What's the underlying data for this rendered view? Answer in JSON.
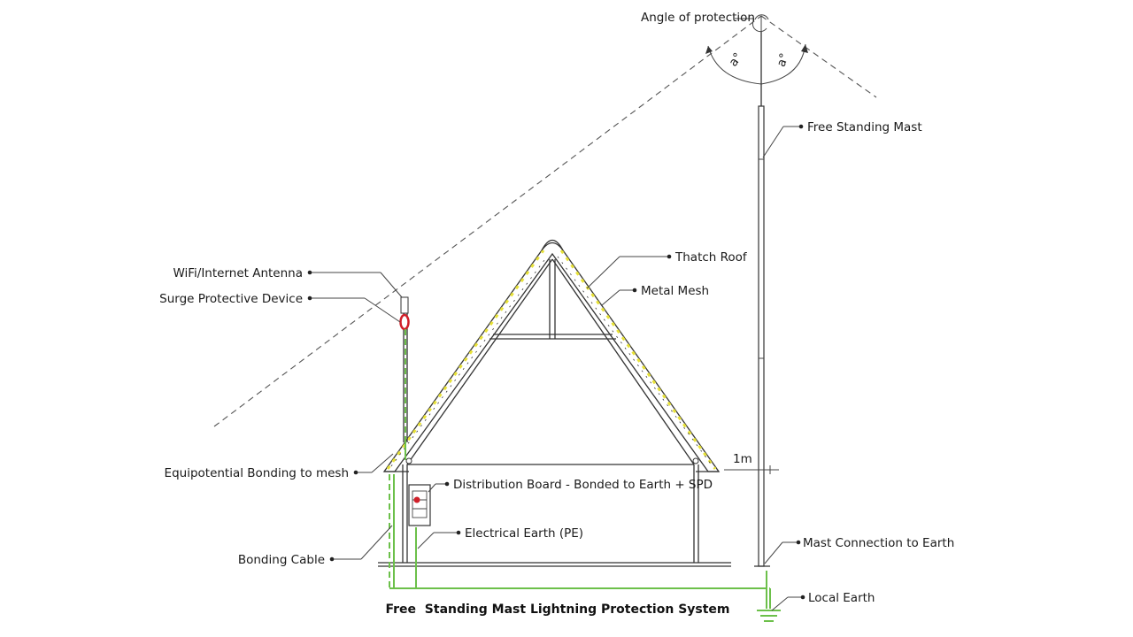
{
  "title": "Free  Standing Mast Lightning Protection System",
  "labels": {
    "angle_of_protection": "Angle of protection",
    "angle_symbol": "a°",
    "free_standing_mast": "Free Standing Mast",
    "thatch_roof": "Thatch Roof",
    "metal_mesh": "Metal Mesh",
    "wifi_antenna": "WiFi/Internet Antenna",
    "surge_protective_device": "Surge Protective Device",
    "equipotential_bonding": "Equipotential Bonding to mesh",
    "distribution_board": "Distribution Board - Bonded to Earth + SPD",
    "electrical_earth": "Electrical Earth (PE)",
    "bonding_cable": "Bonding Cable",
    "mast_connection": "Mast Connection to Earth",
    "local_earth": "Local Earth",
    "height_1m": "1m"
  },
  "colors": {
    "earth_cable": "#6cc04a",
    "mesh": "#e8e23a",
    "spd": "#d0202a",
    "lines": "#333333"
  }
}
